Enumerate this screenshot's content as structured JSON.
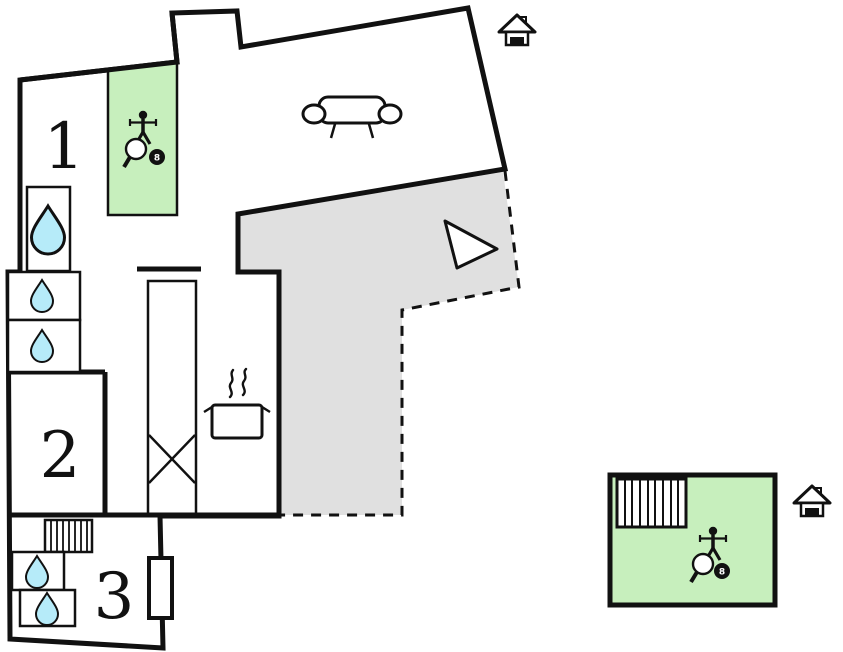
{
  "plan": {
    "rooms": [
      {
        "label": "1"
      },
      {
        "label": "2"
      },
      {
        "label": "3"
      }
    ],
    "eight_ball_label": "8"
  },
  "colors": {
    "activity_green": "#c7efbd",
    "terrace_grey": "#e0e0e0",
    "water_blue": "#b6ebf9",
    "wall_black": "#111111",
    "white": "#ffffff"
  },
  "icons": {
    "house": "house-icon",
    "sofa": "sofa-icon",
    "foosball_player": "foosball-player-icon",
    "table_tennis_paddle": "table-tennis-paddle-icon",
    "eight_ball": "eight-ball-icon",
    "water_drop": "water-drop-icon",
    "stove_pot": "stove-pot-icon",
    "steam": "steam-icon",
    "stairs": "stairs-icon",
    "radiator": "radiator-icon",
    "direction_triangle": "direction-triangle-icon",
    "cross_marker": "cross-marker-icon"
  }
}
